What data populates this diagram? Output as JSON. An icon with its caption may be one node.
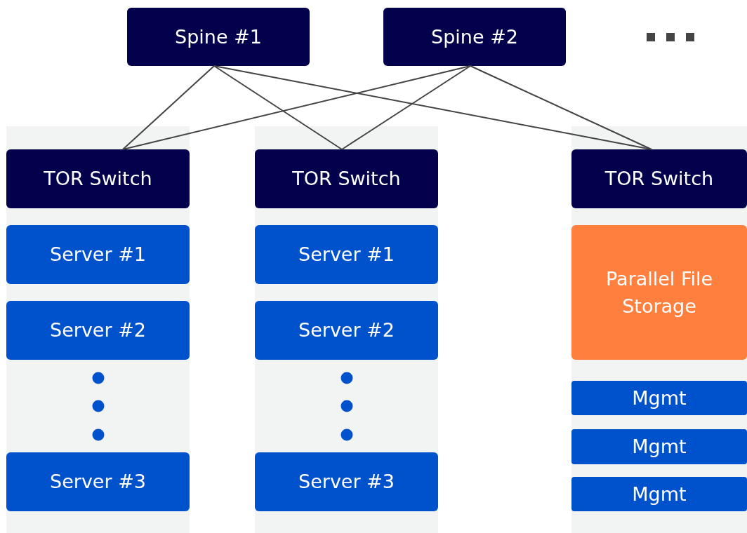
{
  "diagram": {
    "nodes": [
      {
        "text": [
          "Spine #1"
        ]
      },
      {
        "text": [
          "Spine #2"
        ]
      },
      {
        "text": [],
        "shape": "box"
      },
      {
        "text": [
          "TOR Switch"
        ],
        "in": 2
      },
      {
        "text": [
          "Server #1"
        ],
        "in": 2
      },
      {
        "text": [
          "Server #2"
        ],
        "in": 2
      },
      {
        "text": [
          "Server #3"
        ],
        "in": 2
      },
      {
        "text": [],
        "shape": "box"
      },
      {
        "text": [
          "TOR Switch"
        ],
        "in": 7
      },
      {
        "text": [
          "Server #1"
        ],
        "in": 7
      },
      {
        "text": [
          "Server #2"
        ],
        "in": 7
      },
      {
        "text": [
          "Server #3"
        ],
        "in": 7
      },
      {
        "text": [],
        "shape": "box"
      },
      {
        "text": [
          "TOR Switch"
        ],
        "in": 12
      },
      {
        "text": [
          "Parallel File Storage"
        ],
        "in": 12
      },
      {
        "text": [
          "Mgmt"
        ],
        "in": 12
      },
      {
        "text": [
          "Mgmt"
        ],
        "in": 12
      },
      {
        "text": [
          "Mgmt"
        ],
        "in": 12
      }
    ],
    "edges": [
      {
        "from": 0,
        "to": 3,
        "arrow": "none"
      },
      {
        "from": 0,
        "to": 8,
        "arrow": "none"
      },
      {
        "from": 0,
        "to": 13,
        "arrow": "none"
      },
      {
        "from": 1,
        "to": 3,
        "arrow": "none"
      },
      {
        "from": 1,
        "to": 8,
        "arrow": "none"
      },
      {
        "from": 1,
        "to": 13,
        "arrow": "none"
      }
    ]
  }
}
